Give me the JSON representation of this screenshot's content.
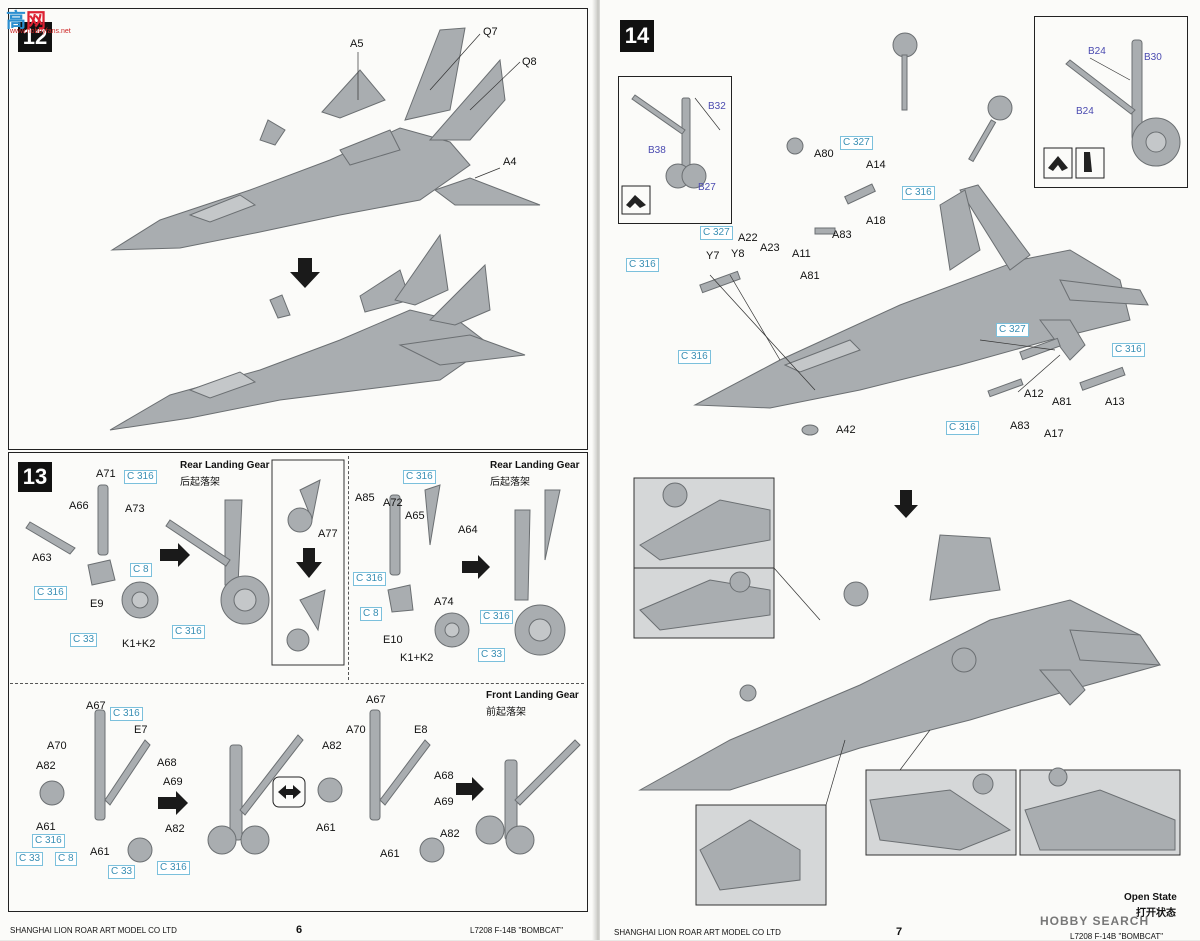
{
  "watermark_top": {
    "text": "高",
    "text2": "网",
    "url": "www.hobbyfans.net"
  },
  "left": {
    "step12": {
      "number": "12",
      "labels": {
        "a5": "A5",
        "q7": "Q7",
        "q8": "Q8",
        "a4": "A4"
      }
    },
    "step13": {
      "number": "13",
      "rear_header_en": "Rear Landing Gear",
      "rear_header_cn": "后起落架",
      "rear_header2_en": "Rear Landing Gear",
      "rear_header2_cn": "后起落架",
      "front_header_en": "Front Landing Gear",
      "front_header_cn": "前起落架",
      "r1": {
        "a71": "A71",
        "c316a": "C 316",
        "a66": "A66",
        "a73": "A73",
        "a63": "A63",
        "c8": "C 8",
        "c316b": "C 316",
        "e9": "E9",
        "c33": "C 33",
        "k": "K1+K2",
        "c316c": "C 316",
        "a77": "A77"
      },
      "r2": {
        "c316a": "C 316",
        "a85": "A85",
        "a72": "A72",
        "a65": "A65",
        "a64": "A64",
        "c316b": "C 316",
        "a74": "A74",
        "c8": "C 8",
        "c316c": "C 316",
        "e10": "E10",
        "c33": "C 33",
        "k": "K1+K2"
      },
      "f1": {
        "a67": "A67",
        "c316a": "C 316",
        "e7": "E7",
        "a70": "A70",
        "a68": "A68",
        "a82a": "A82",
        "a69": "A69",
        "a61a": "A61",
        "c316b": "C 316",
        "a82b": "A82",
        "c33a": "C 33",
        "c8": "C 8",
        "a61b": "A61",
        "c33b": "C 33",
        "c316c": "C 316"
      },
      "f2": {
        "a67": "A67",
        "a70": "A70",
        "e8": "E8",
        "a82a": "A82",
        "a68": "A68",
        "a69": "A69",
        "a61a": "A61",
        "a82b": "A82",
        "a61b": "A61"
      }
    },
    "footer": "SHANGHAI LION ROAR ART MODEL CO LTD",
    "page_number": "6",
    "product": "L7208  F-14B  \"BOMBCAT\""
  },
  "right": {
    "step14": {
      "number": "14",
      "inset1": {
        "b32": "B32",
        "b38": "B38",
        "b27": "B27"
      },
      "inset2": {
        "b24a": "B24",
        "b30": "B30",
        "b24b": "B24"
      },
      "labels": {
        "c327a": "C 327",
        "a80": "A80",
        "a14": "A14",
        "c316a": "C 316",
        "a18": "A18",
        "c327b": "C 327",
        "a22": "A22",
        "a23": "A23",
        "a11": "A11",
        "a83a": "A83",
        "c316b": "C 316",
        "y7": "Y7",
        "y8": "Y8",
        "a81a": "A81",
        "c316c": "C 316",
        "c327c": "C 327",
        "c316d": "C 316",
        "a12": "A12",
        "a81b": "A81",
        "a13": "A13",
        "a42": "A42",
        "c316e": "C 316",
        "a83b": "A83",
        "a17": "A17"
      }
    },
    "open_state_en": "Open State",
    "open_state_cn": "打开状态",
    "footer": "SHANGHAI LION ROAR ART MODEL CO LTD",
    "page_number": "7",
    "product": "L7208  F-14B  \"BOMBCAT\"",
    "watermark": "HOBBY SEARCH"
  },
  "colors": {
    "accent_part": "#3a8fb4",
    "part_blue": "#4a4ab0",
    "model_gray": "#a9adb0"
  }
}
